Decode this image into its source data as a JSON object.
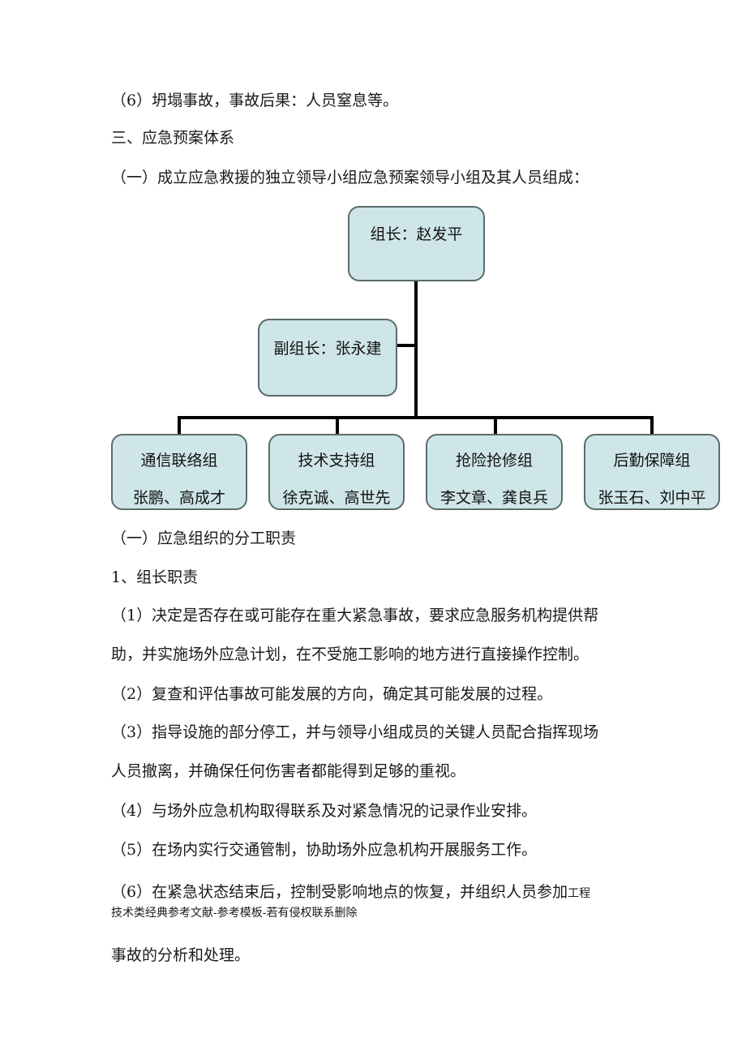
{
  "paragraphs_top": {
    "p1": "（6）坍塌事故，事故后果：人员窒息等。",
    "h1": "三、应急预案体系",
    "p2": "（一）成立应急救援的独立领导小组应急预案领导小组及其人员组成："
  },
  "org_chart": {
    "leader": "组长：赵发平",
    "deputy": "副组长：张永建",
    "groups": [
      {
        "name": "通信联络组",
        "members": "张鹏、高成才"
      },
      {
        "name": "技术支持组",
        "members": "徐克诚、高世先"
      },
      {
        "name": "抢险抢修组",
        "members": "李文章、龚良兵"
      },
      {
        "name": "后勤保障组",
        "members": "张玉石、刘中平"
      }
    ]
  },
  "paragraphs_bottom": {
    "s1": "（一）应急组织的分工职责",
    "s2": "1、组长职责",
    "d1a": "（1）决定是否存在或可能存在重大紧急事故，要求应急服务机构提供帮",
    "d1b": "助，并实施场外应急计划，在不受施工影响的地方进行直接操作控制。",
    "d2": "（2）复查和评估事故可能发展的方向，确定其可能发展的过程。",
    "d3a": "（3）指导设施的部分停工，并与领导小组成员的关键人员配合指挥现场",
    "d3b": "人员撤离，并确保任何伤害者都能得到足够的重视。",
    "d4": "（4）与场外应急机构取得联系及对紧急情况的记录作业安排。",
    "d5": "（5）在场内实行交通管制，协助场外应急机构开展服务工作。",
    "d6a": "（6）在紧急状态结束后，控制受影响地点的恢复，并组织人员参加",
    "d6a_small": "工程",
    "watermark": "技术类经典参考文献-参考模板-若有侵权联系删除",
    "d6b": "事故的分析和处理。"
  }
}
